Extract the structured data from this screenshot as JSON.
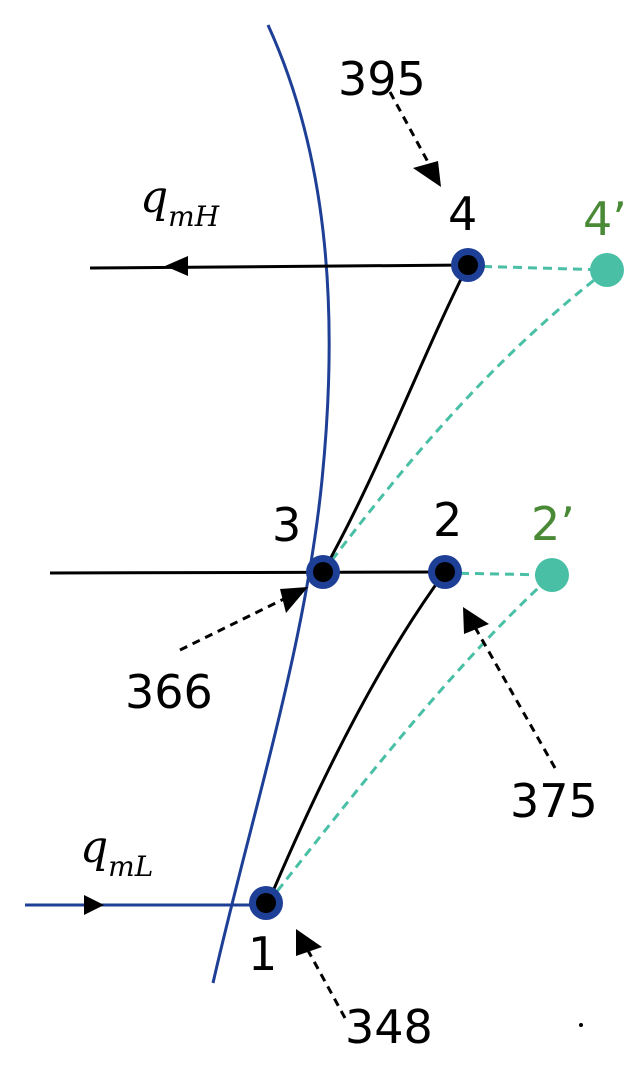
{
  "diagram": {
    "colors": {
      "curve": "#1e3f96",
      "node_ring": "#1e3f96",
      "node_core": "#000000",
      "line": "#000000",
      "alt_path": "#49bfa6",
      "alt_label": "#4a8a37",
      "background": "#ffffff"
    },
    "nodes": [
      {
        "id": "1",
        "label": "1"
      },
      {
        "id": "2",
        "label": "2"
      },
      {
        "id": "3",
        "label": "3"
      },
      {
        "id": "4",
        "label": "4"
      }
    ],
    "alt_nodes": [
      {
        "id": "2p",
        "label": "2’"
      },
      {
        "id": "4p",
        "label": "4’"
      }
    ],
    "annotations": [
      {
        "id": "a395",
        "label": "395",
        "target": "4"
      },
      {
        "id": "a366",
        "label": "366",
        "target": "3"
      },
      {
        "id": "a375",
        "label": "375",
        "target": "2"
      },
      {
        "id": "a348",
        "label": "348",
        "target": "1"
      }
    ],
    "flows": {
      "q_high": {
        "base": "q",
        "sub": "mH"
      },
      "q_low": {
        "base": "q",
        "sub": "mL"
      }
    }
  }
}
